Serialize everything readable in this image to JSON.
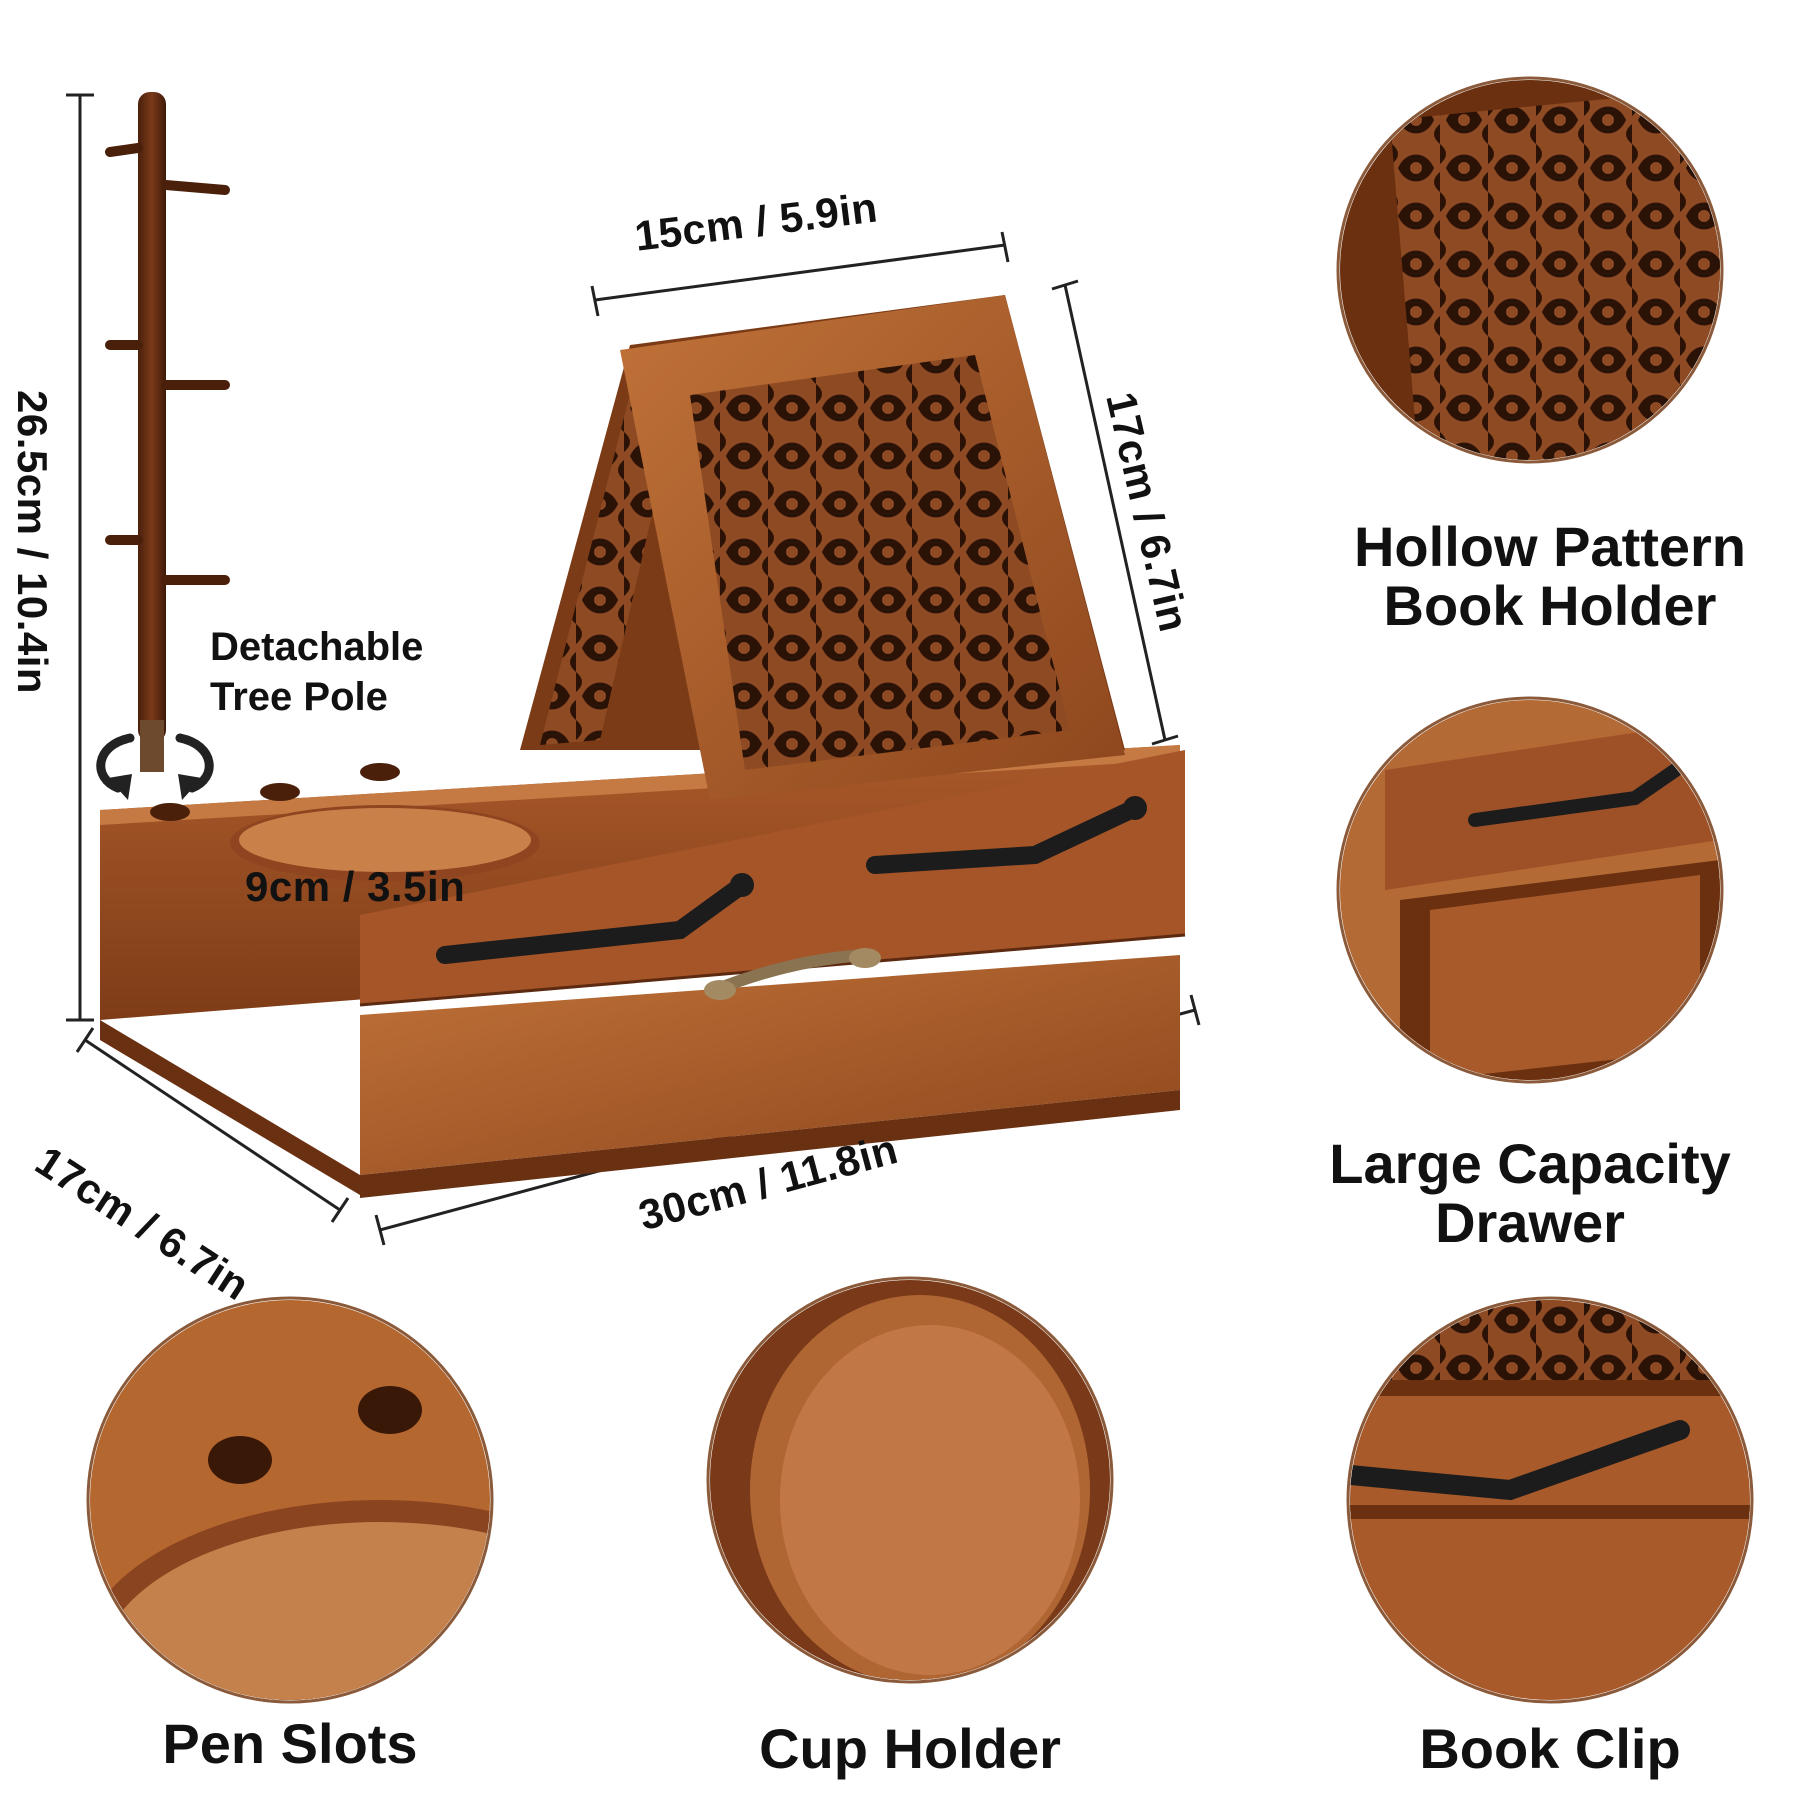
{
  "dimensions": {
    "height": "26.5cm / 10.4in",
    "holder_width": "15cm / 5.9in",
    "holder_height": "17cm / 6.7in",
    "cup_diameter": "9cm / 3.5in",
    "depth": "17cm / 6.7in",
    "length": "30cm / 11.8in"
  },
  "callout": {
    "line1": "Detachable",
    "line2": "Tree Pole"
  },
  "features": [
    {
      "line1": "Hollow Pattern",
      "line2": "Book Holder"
    },
    {
      "line1": "Large Capacity",
      "line2": "Drawer"
    },
    {
      "line1": "Pen Slots"
    },
    {
      "line1": "Cup Holder"
    },
    {
      "line1": "Book Clip"
    }
  ],
  "colors": {
    "wood_light": "#b5662f",
    "wood_mid": "#9a5024",
    "wood_dark": "#5c2a10",
    "hardware": "#1c1c1c",
    "text": "#111111"
  },
  "icons": [
    "rotate-arrow-icon",
    "drawer-pull-icon",
    "book-clip-icon"
  ]
}
